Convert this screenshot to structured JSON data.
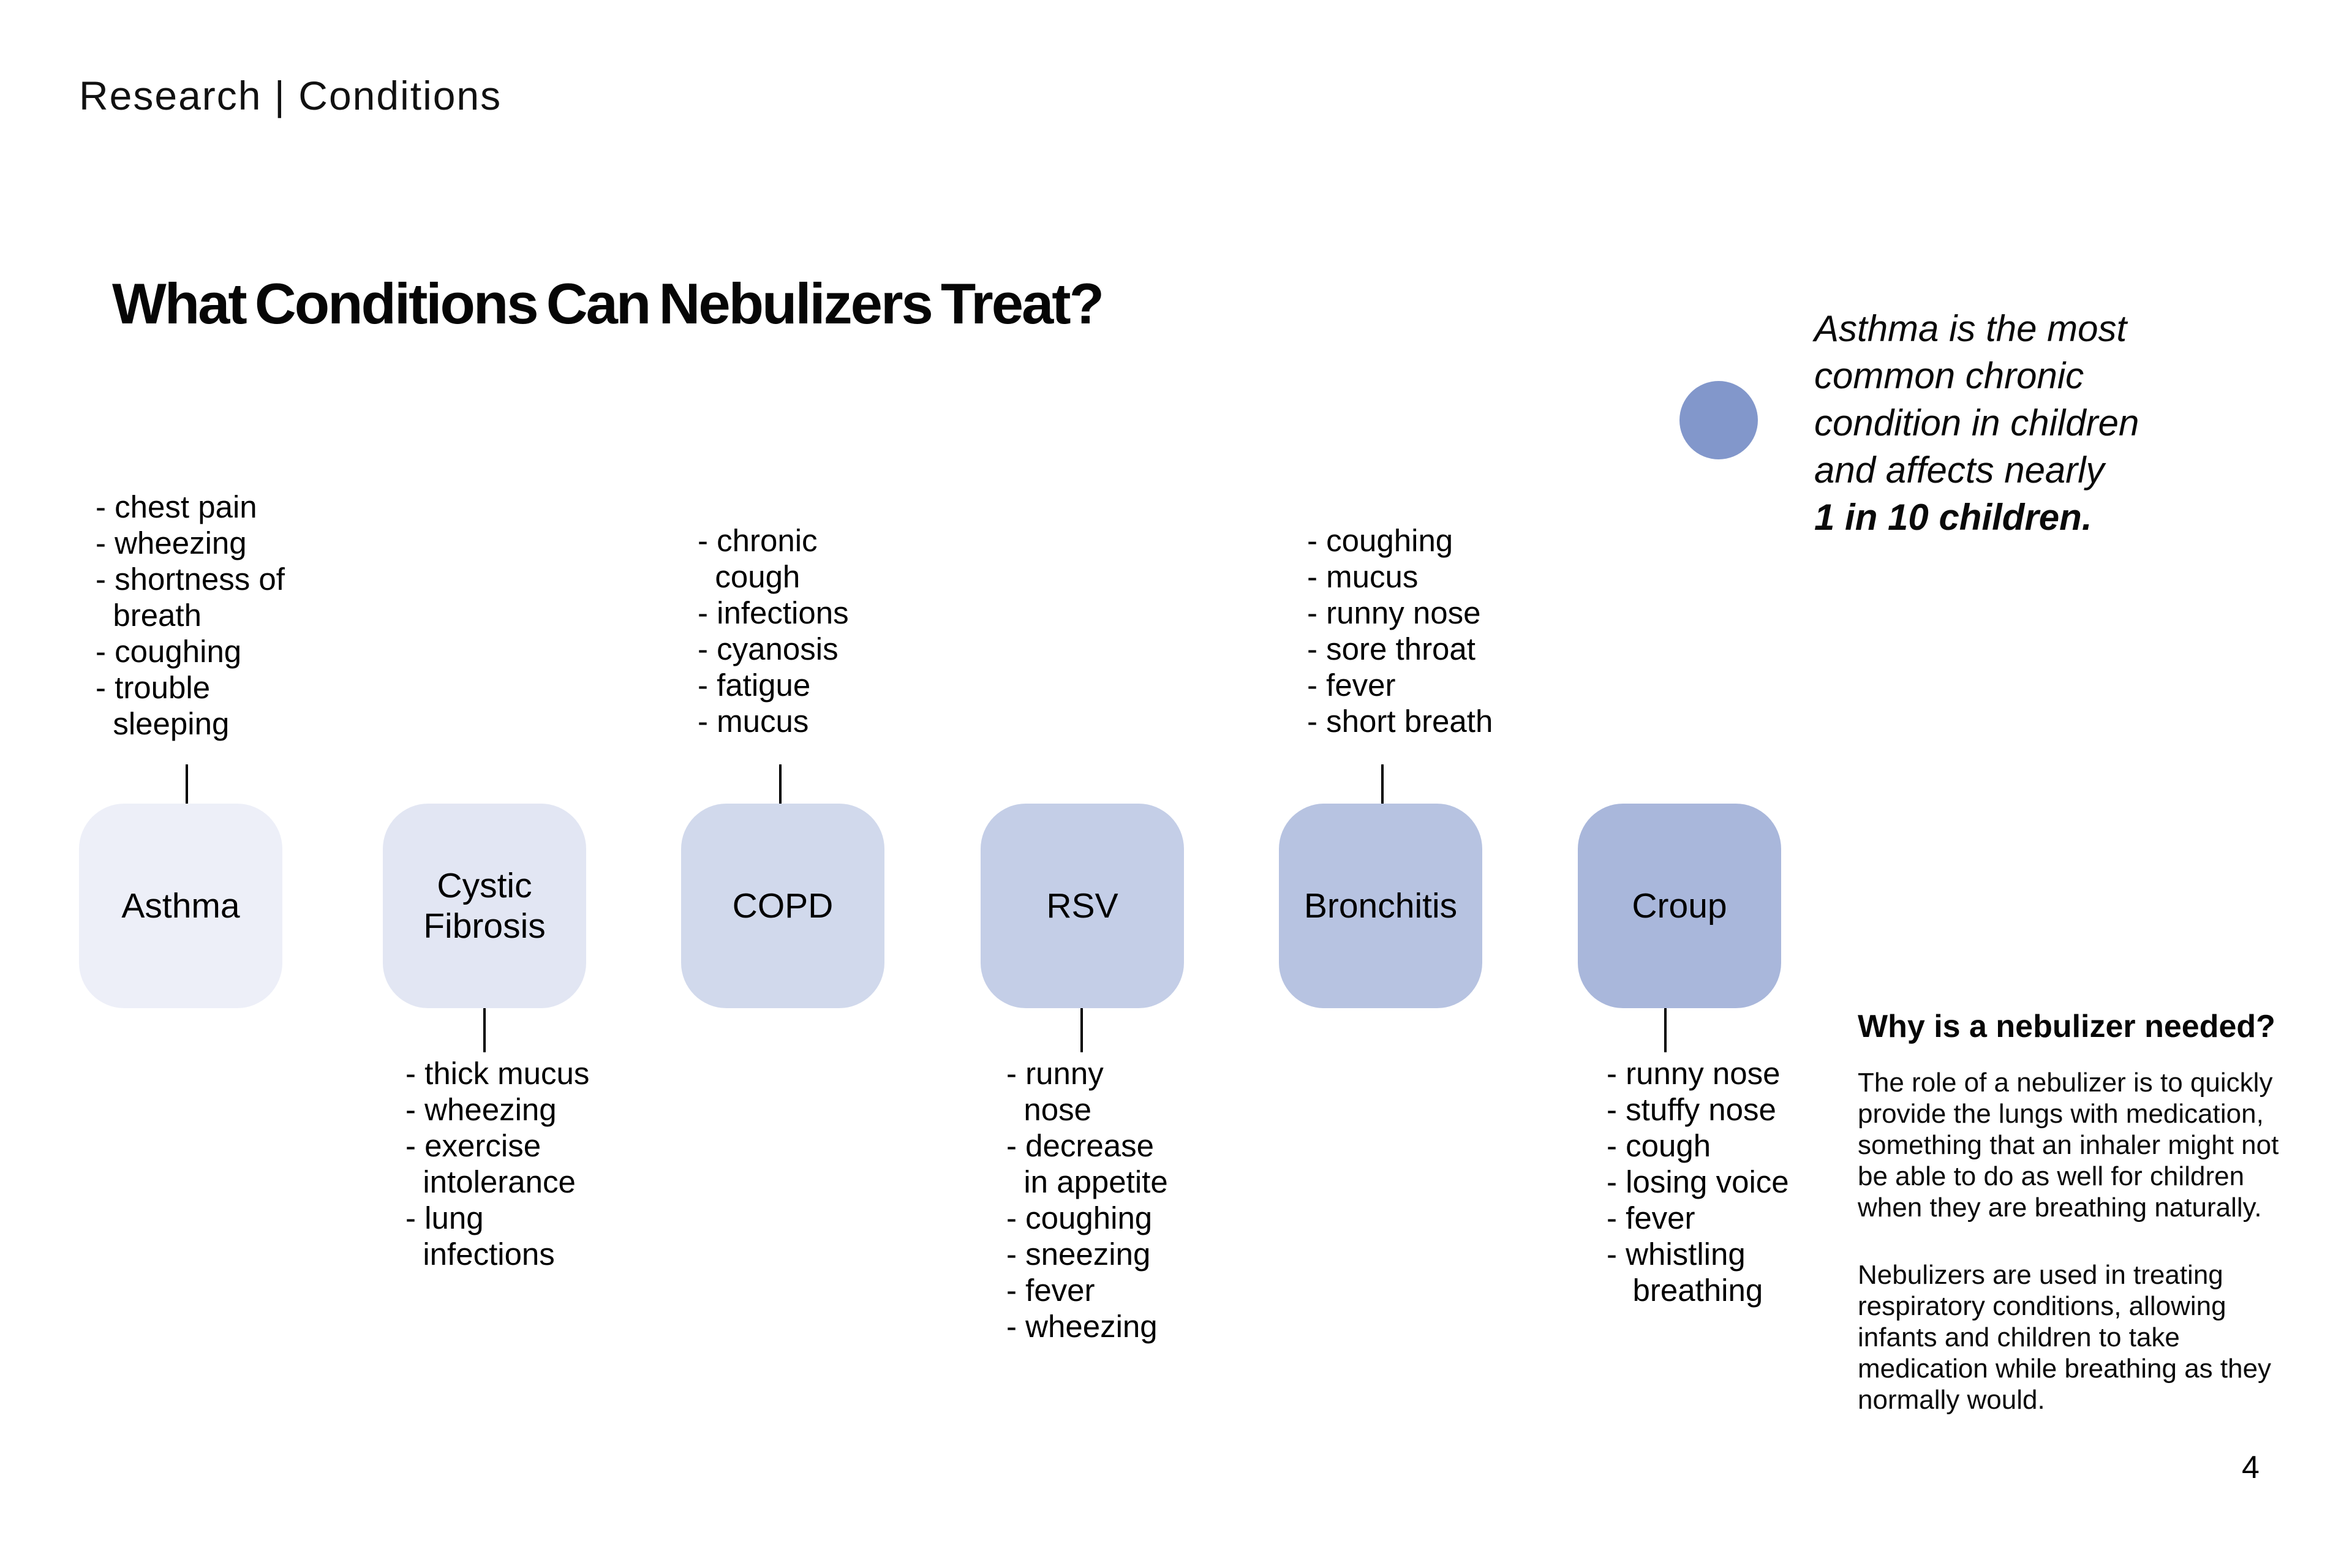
{
  "page": {
    "background": "#ffffff",
    "breadcrumb": "Research | Conditions",
    "title": "What Conditions Can Nebulizers Treat?",
    "page_number": "4"
  },
  "fact": {
    "circle_color": "#8297cb",
    "lines": "Asthma is the most\ncommon chronic\ncondition in children\nand affects nearly",
    "bold_line": "1 in 10 children."
  },
  "conditions": [
    {
      "id": "asthma",
      "label": "Asthma",
      "color": "#edeff8",
      "symptoms_position": "above",
      "symptoms": "- chest pain\n- wheezing\n- shortness of\n  breath\n- coughing\n- trouble\n  sleeping"
    },
    {
      "id": "cystic-fibrosis",
      "label": "Cystic\nFibrosis",
      "color": "#e2e6f3",
      "symptoms_position": "below",
      "symptoms": "- thick mucus\n- wheezing\n- exercise\n  intolerance\n- lung\n  infections"
    },
    {
      "id": "copd",
      "label": "COPD",
      "color": "#d1d9ec",
      "symptoms_position": "above",
      "symptoms": "- chronic\n  cough\n- infections\n- cyanosis\n- fatigue\n- mucus"
    },
    {
      "id": "rsv",
      "label": "RSV",
      "color": "#c4cee7",
      "symptoms_position": "below",
      "symptoms": "- runny\n  nose\n- decrease\n  in appetite\n- coughing\n- sneezing\n- fever\n- wheezing"
    },
    {
      "id": "bronchitis",
      "label": "Bronchitis",
      "color": "#b7c3e1",
      "symptoms_position": "above",
      "symptoms": "- coughing\n- mucus\n- runny nose\n- sore throat\n- fever\n- short breath"
    },
    {
      "id": "croup",
      "label": "Croup",
      "color": "#a9b7db",
      "symptoms_position": "below",
      "symptoms": "- runny nose\n- stuffy nose\n- cough\n- losing voice\n- fever\n- whistling\n   breathing"
    }
  ],
  "nebulizer_info": {
    "heading": "Why is a nebulizer needed?",
    "paragraph_1": "The role of a nebulizer is to quickly\nprovide the lungs with medication,\nsomething that an inhaler might not\nbe able to do as well for children\nwhen they are breathing naturally.",
    "paragraph_2": "Nebulizers are used in treating\nrespiratory conditions, allowing\ninfants and children to take\nmedication while breathing as they\nnormally would."
  },
  "style": {
    "text_color": "#000000",
    "connector_color": "#000000"
  }
}
